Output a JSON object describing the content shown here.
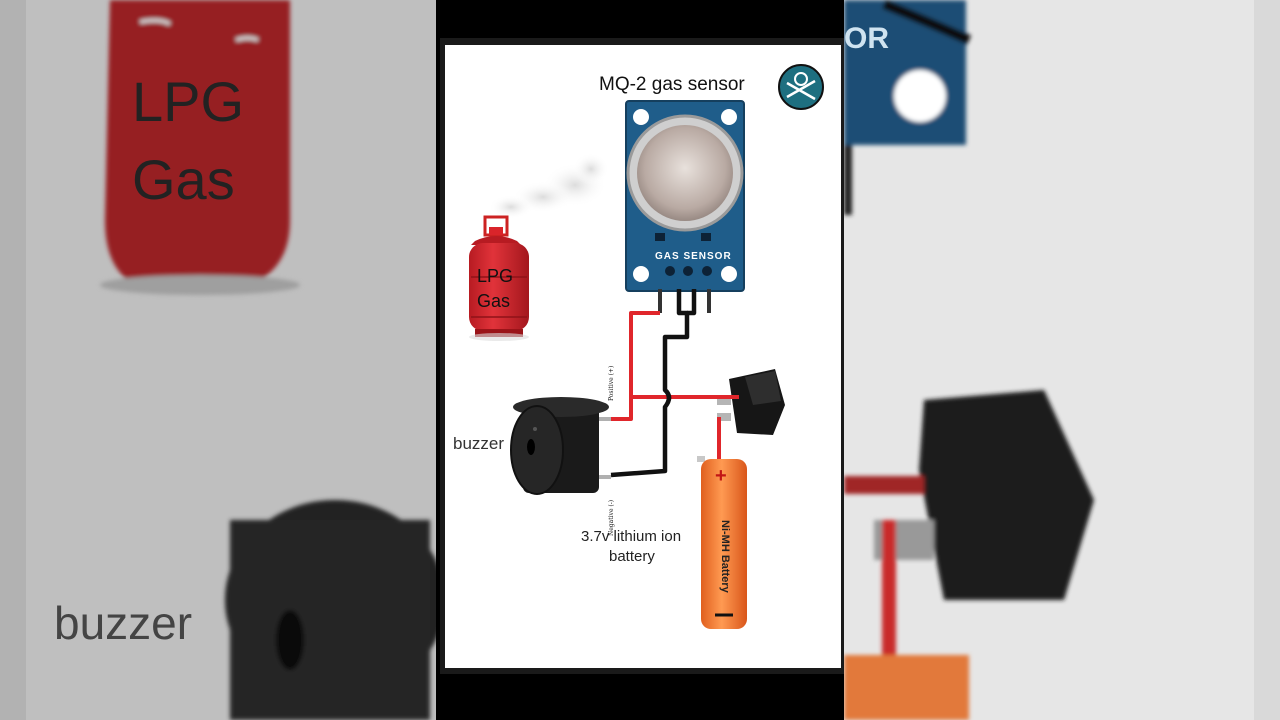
{
  "background": {
    "left_lpg_line1": "LPG",
    "left_lpg_line2": "Gas",
    "left_buzzer": "buzzer",
    "right_sensor_text": "OR"
  },
  "diagram": {
    "sensor_title": "MQ-2 gas sensor",
    "sensor_board_text": "GAS SENSOR",
    "lpg_line1": "LPG",
    "lpg_line2": "Gas",
    "buzzer_label": "buzzer",
    "buzzer_positive": "Positive (+)",
    "buzzer_negative": "Negative (-)",
    "battery_label_line1": "3.7v lithium ion",
    "battery_label_line2": "battery",
    "battery_brand": "Ni-MH Battery",
    "battery_plus": "+",
    "battery_minus": "-"
  },
  "colors": {
    "wire_red": "#e0262b",
    "wire_black": "#111111",
    "sensor_board": "#1f5d8a",
    "cylinder_red": "#d9242a",
    "battery_orange": "#f27a2c",
    "logo_teal": "#1e6f80"
  }
}
